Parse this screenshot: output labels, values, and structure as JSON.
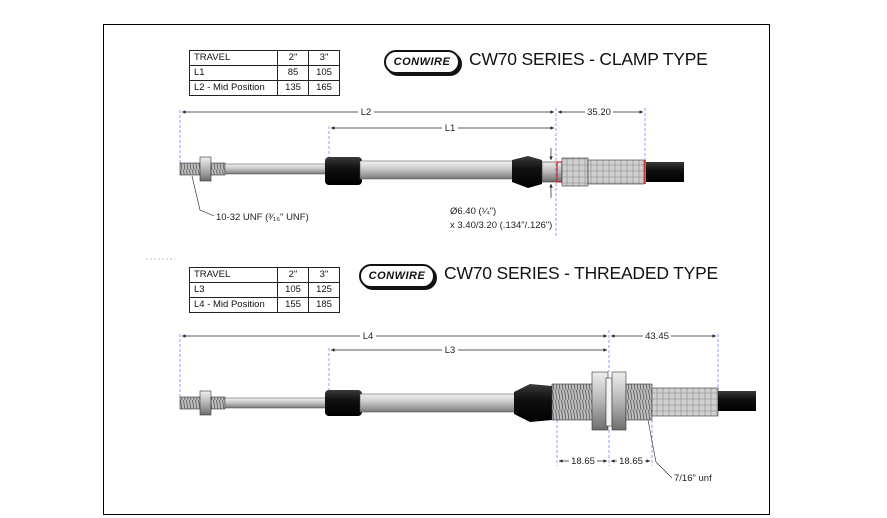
{
  "clamp": {
    "table": {
      "headers": [
        "TRAVEL",
        "2\"",
        "3\""
      ],
      "rows": [
        [
          "L1",
          "85",
          "105"
        ],
        [
          "L2 - Mid Position",
          "135",
          "165"
        ]
      ]
    },
    "logo": "CONWIRE",
    "title": "CW70 SERIES - CLAMP TYPE",
    "dims": {
      "l2": "L2",
      "l1": "L1",
      "end": "35.20"
    },
    "thread_label": "10-32 UNF (³⁄₁₆\" UNF)",
    "dia_label_1": "Ø6.40 (¼\")",
    "dia_label_2": "x 3.40/3.20 (.134\"/.126\")"
  },
  "threaded": {
    "table": {
      "headers": [
        "TRAVEL",
        "2\"",
        "3\""
      ],
      "rows": [
        [
          "L3",
          "105",
          "125"
        ],
        [
          "L4 - Mid Position",
          "155",
          "185"
        ]
      ]
    },
    "logo": "CONWIRE",
    "title": "CW70 SERIES - THREADED TYPE",
    "dims": {
      "l4": "L4",
      "l3": "L3",
      "end": "43.45",
      "left_nut": "18.65",
      "right_nut": "18.65"
    },
    "nut_thread_label": "7/16\" unf"
  },
  "colors": {
    "accent_red": "#e02020",
    "line": "#222222",
    "boot": "#111111"
  }
}
